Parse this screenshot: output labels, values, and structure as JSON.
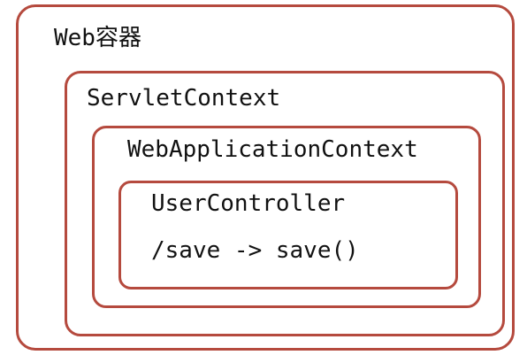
{
  "diagram": {
    "web_container": {
      "label": "Web容器"
    },
    "servlet_context": {
      "label": "ServletContext"
    },
    "web_application_context": {
      "label": "WebApplicationContext"
    },
    "user_controller": {
      "label": "UserController",
      "mapping": "/save -> save()"
    }
  },
  "colors": {
    "border": "#b54a3e",
    "text": "#111111",
    "background": "#ffffff"
  }
}
